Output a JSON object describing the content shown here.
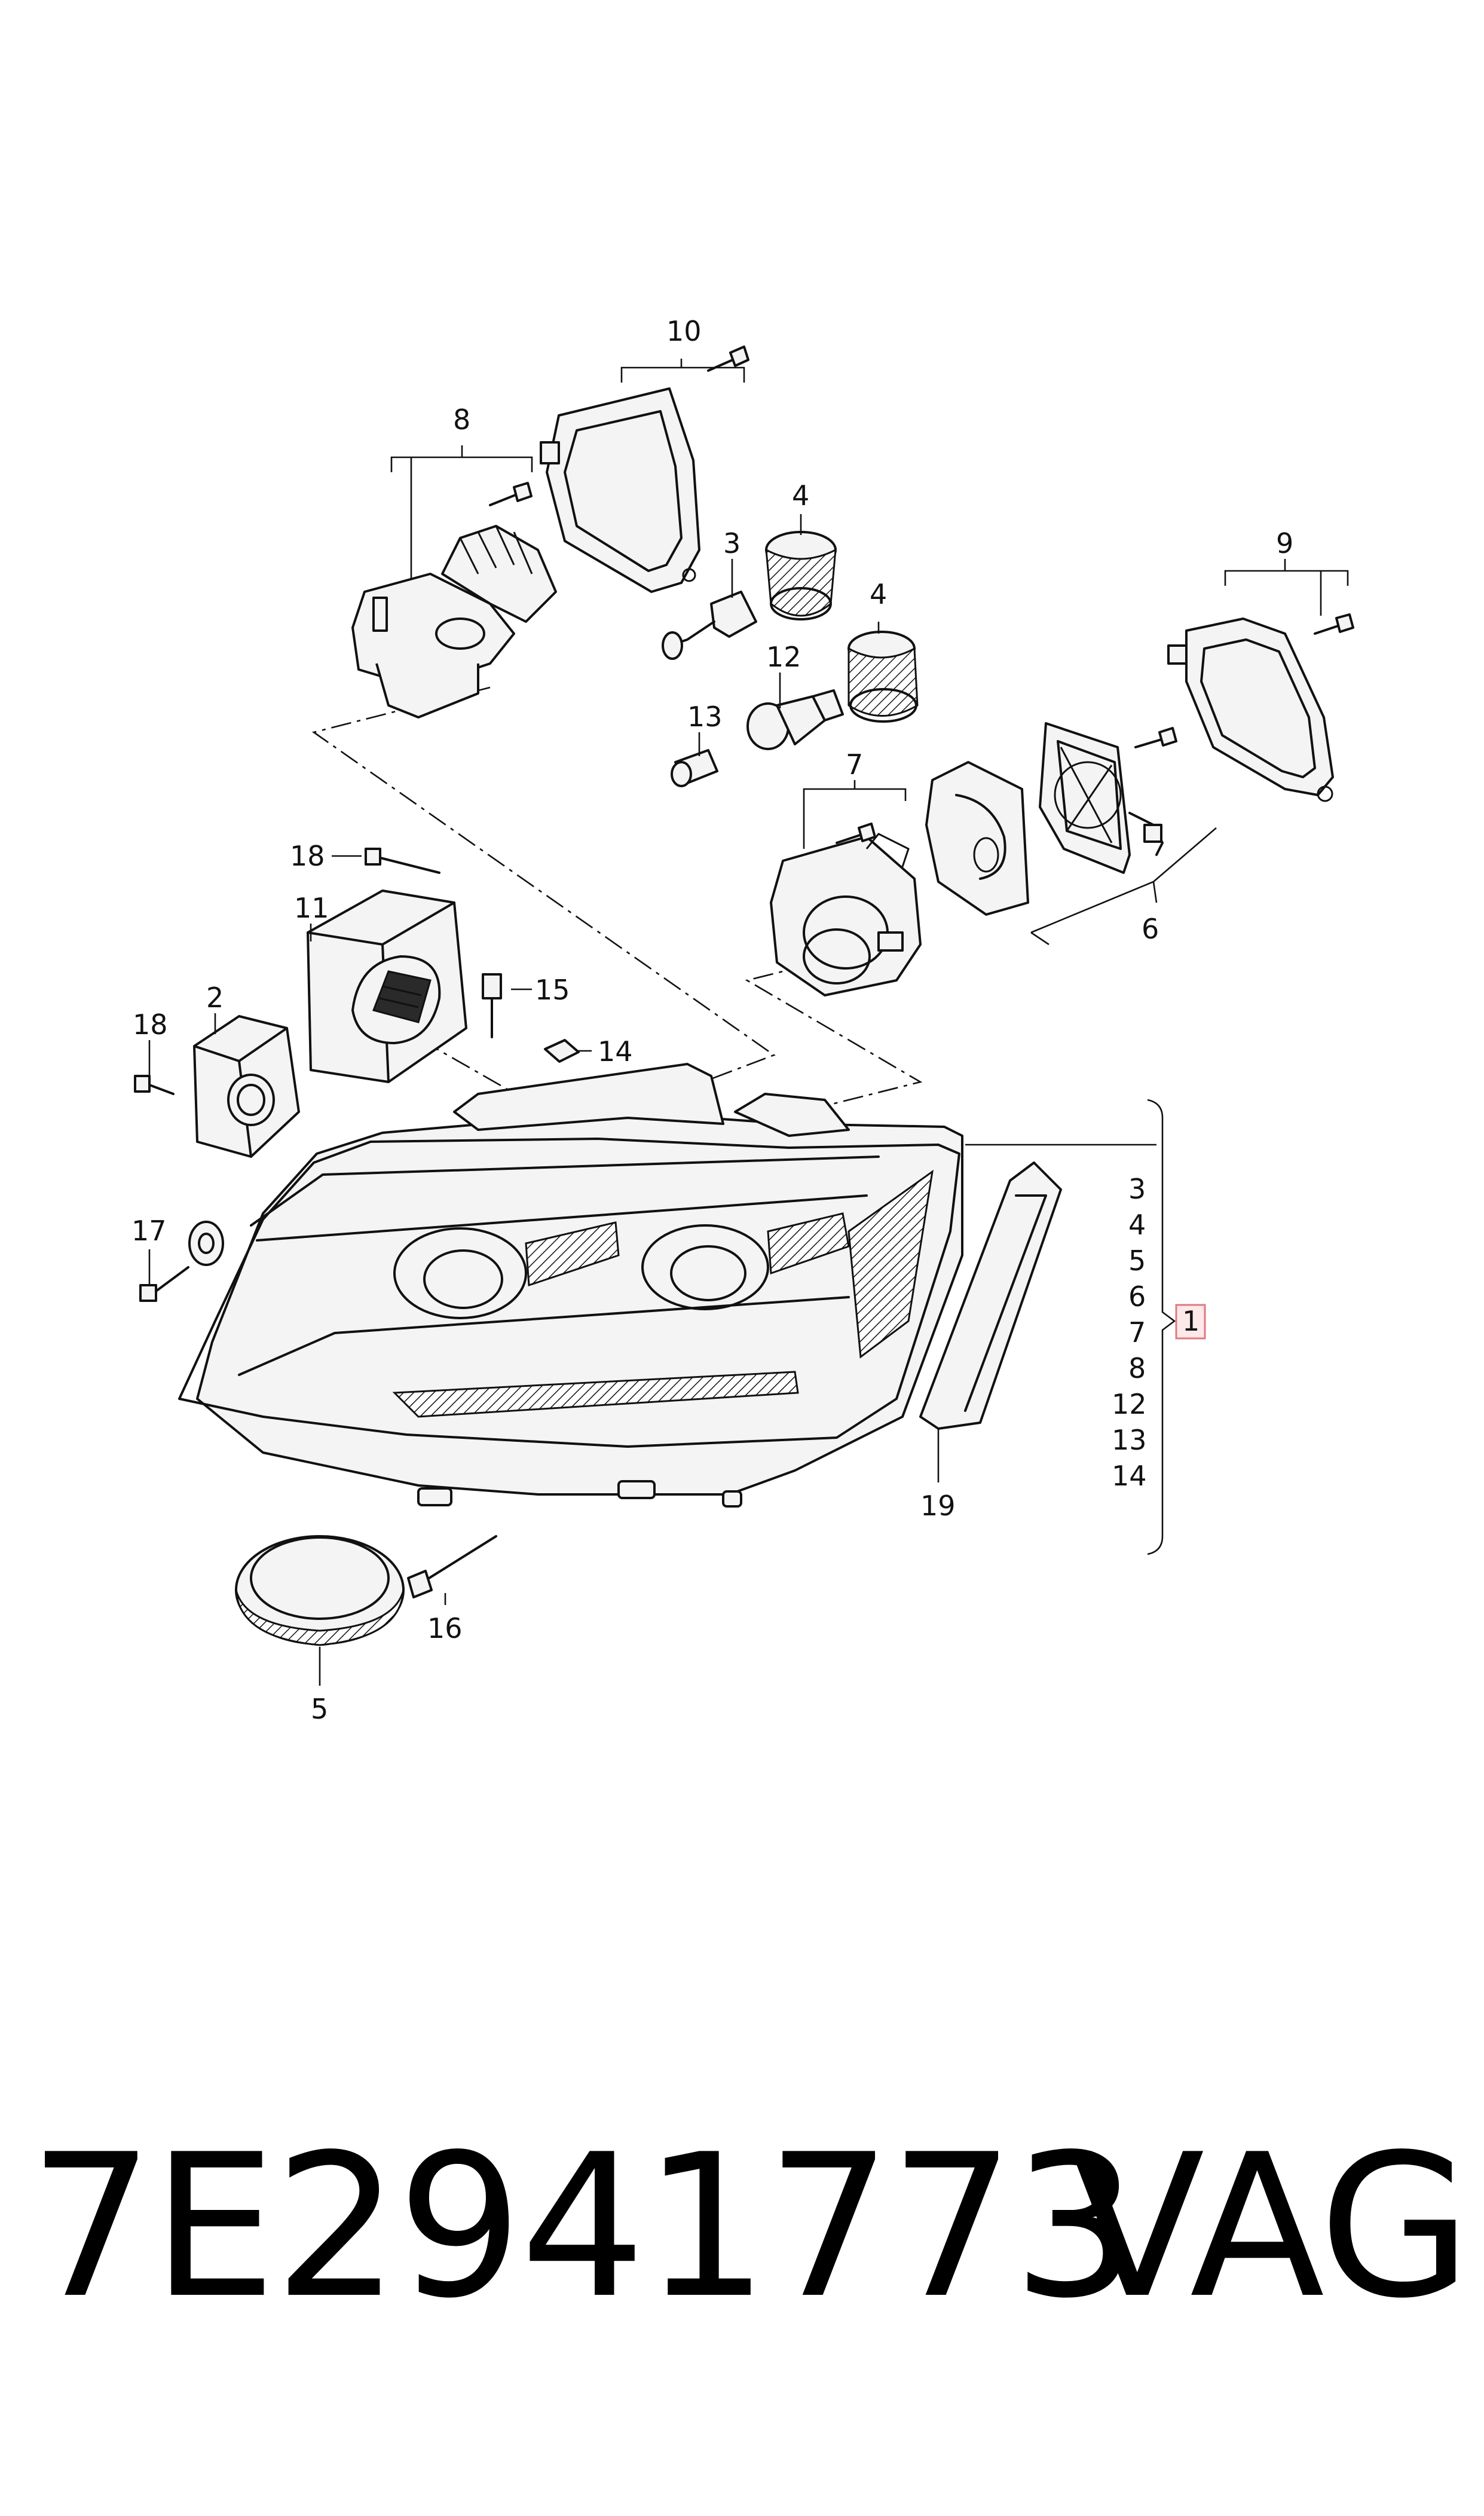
{
  "footer": {
    "part_number": "7E2941773",
    "brand": "VAG"
  },
  "callouts": {
    "c1": "1",
    "c2": "2",
    "c3": "3",
    "c4a": "4",
    "c4b": "4",
    "c5": "5",
    "c6": "6",
    "c7": "7",
    "c8": "8",
    "c9": "9",
    "c10": "10",
    "c11": "11",
    "c12": "12",
    "c13": "13",
    "c14": "14",
    "c15": "15",
    "c16": "16",
    "c17": "17",
    "c18a": "18",
    "c18b": "18",
    "c19": "19"
  },
  "assembly_list": [
    "3",
    "4",
    "5",
    "6",
    "7",
    "8",
    "12",
    "13",
    "14"
  ],
  "colors": {
    "highlight_box": "#e07a80",
    "highlight_fill": "#fde8ea",
    "ink": "#111111"
  }
}
